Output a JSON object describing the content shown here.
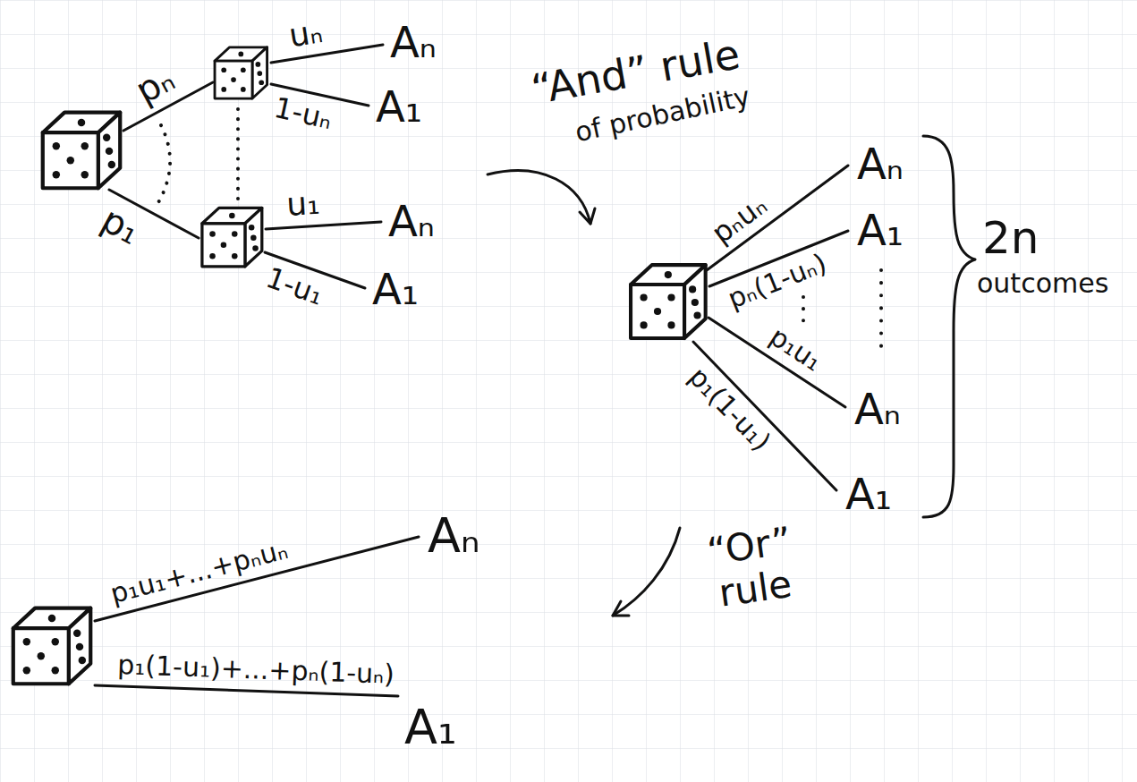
{
  "diagram": {
    "labels": [
      "pₙ",
      "uₙ",
      "Aₙ",
      "1-uₙ",
      "A₁",
      "u₁",
      "Aₙ",
      "1-u₁",
      "A₁",
      "p₁",
      "“And” rule",
      "of probability",
      "Aₙ",
      "pₙuₙ",
      "A₁",
      "pₙ(1-uₙ)",
      "p₁u₁",
      "Aₙ",
      "p₁(1-u₁)",
      "A₁",
      "2n",
      "outcomes",
      "“Or” rule",
      "p₁u₁+...+pₙuₙ",
      "Aₙ",
      "p₁(1-u₁)+...+pₙ(1-uₙ)",
      "A₁"
    ]
  }
}
